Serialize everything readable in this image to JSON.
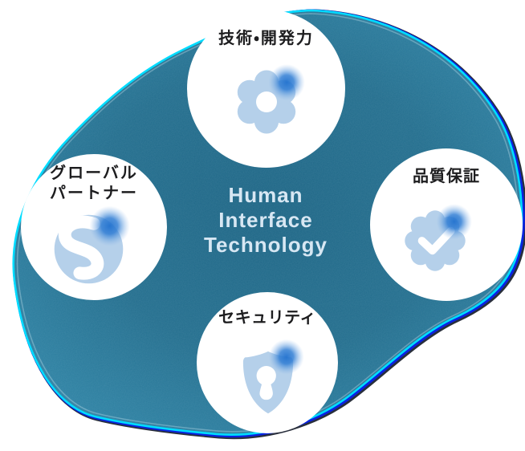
{
  "center": {
    "title_lines": [
      "Human",
      "Interface",
      "Technology"
    ]
  },
  "nodes": [
    {
      "id": "technology",
      "position": "top",
      "label": "技術・開発力",
      "icon": "gear-icon"
    },
    {
      "id": "global-partner",
      "position": "left",
      "label_lines": [
        "グローバル",
        "パートナー"
      ],
      "icon": "globe-icon"
    },
    {
      "id": "quality",
      "position": "right",
      "label": "品質保証",
      "icon": "badge-check-icon"
    },
    {
      "id": "security",
      "position": "bottom",
      "label": "セキュリティ",
      "icon": "shield-keyhole-icon"
    }
  ],
  "colors": {
    "blob_teal_center": "#1d6585",
    "blob_teal_mid": "#236e8e",
    "blob_teal_edge": "#2f84a6",
    "rim_cyan": "#00dcff",
    "rim_blue": "#0a22e0",
    "icon_base": "#b5d0ea",
    "icon_accent": "#2b7ad3",
    "label_text": "#1d1d1f",
    "center_text": "#d7e7f3"
  }
}
